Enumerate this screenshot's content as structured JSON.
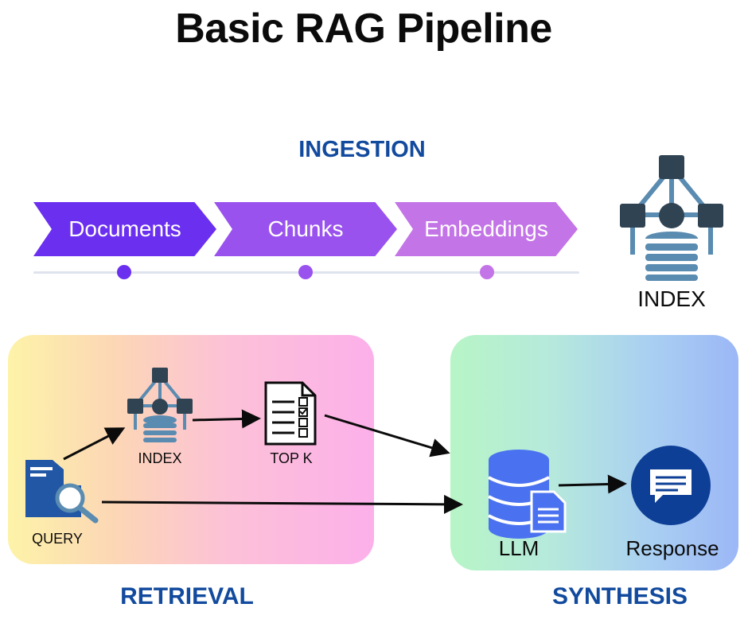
{
  "title": "Basic RAG Pipeline",
  "ingestion": {
    "label": "INGESTION",
    "steps": [
      "Documents",
      "Chunks",
      "Embeddings"
    ],
    "step_colors": [
      "#6b2ff0",
      "#9a52ee",
      "#c374e6"
    ],
    "dot_colors": [
      "#6b2ff0",
      "#9a52ee",
      "#c374e6"
    ],
    "index_icon": "network-database-icon",
    "index_label": "INDEX"
  },
  "retrieval": {
    "label": "RETRIEVAL",
    "query_label": "QUERY",
    "index_label": "INDEX",
    "topk_label": "TOP K",
    "icons": [
      "document-search-icon",
      "network-database-icon",
      "checklist-document-icon"
    ]
  },
  "synthesis": {
    "label": "SYNTHESIS",
    "llm_label": "LLM",
    "response_label": "Response",
    "icons": [
      "database-document-icon",
      "chat-message-icon"
    ]
  },
  "colors": {
    "section_blue": "#124a9e",
    "icon_slate": "#2f4352",
    "icon_steel": "#5a8bb0",
    "icon_blue": "#2257a6",
    "llm_blue": "#4a72f0",
    "response_navy": "#0e3f96"
  }
}
